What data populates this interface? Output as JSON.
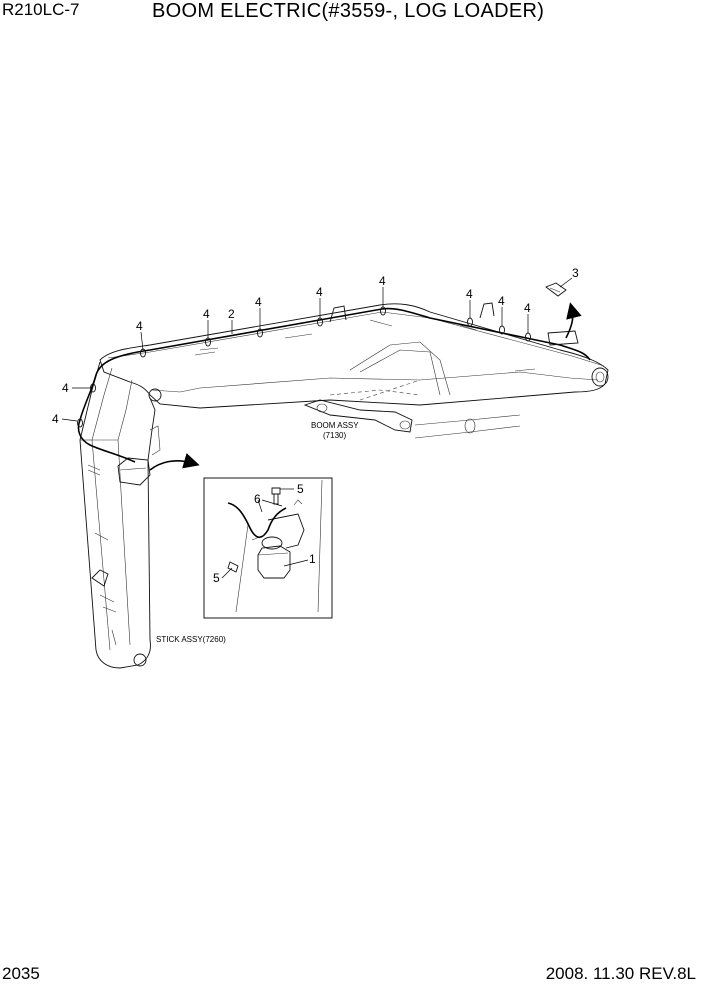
{
  "header": {
    "model": "R210LC-7",
    "title": "BOOM ELECTRIC(#3559-, LOG LOADER)"
  },
  "footer": {
    "page_number": "2035",
    "date_rev": "2008. 11.30  REV.8L"
  },
  "diagram": {
    "annotations": {
      "boom_assy_name": "BOOM ASSY",
      "boom_assy_code": "(7130)",
      "stick_assy": "STICK ASSY(7260)"
    },
    "callouts": {
      "n1": "1",
      "n2": "2",
      "n3": "3",
      "n4": "4",
      "n5": "5",
      "n6": "6"
    }
  }
}
